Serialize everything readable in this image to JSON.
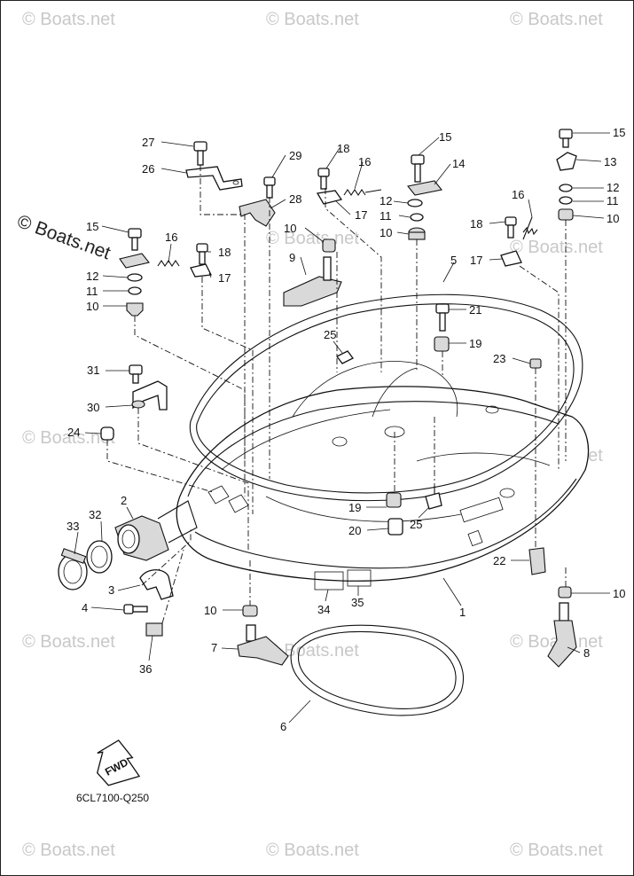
{
  "diagram": {
    "code_label": "6CL7100-Q250",
    "fwd_label": "FWD",
    "watermark": "© Boats.net",
    "callouts": [
      {
        "id": "c27a",
        "text": "27"
      },
      {
        "id": "c26",
        "text": "26"
      },
      {
        "id": "c29",
        "text": "29"
      },
      {
        "id": "c28",
        "text": "28"
      },
      {
        "id": "c18a",
        "text": "18"
      },
      {
        "id": "c16a",
        "text": "16"
      },
      {
        "id": "c17a",
        "text": "17"
      },
      {
        "id": "c15a",
        "text": "15"
      },
      {
        "id": "c14",
        "text": "14"
      },
      {
        "id": "c12a",
        "text": "12"
      },
      {
        "id": "c11a",
        "text": "11"
      },
      {
        "id": "c10a",
        "text": "10"
      },
      {
        "id": "c15b",
        "text": "15"
      },
      {
        "id": "c13",
        "text": "13"
      },
      {
        "id": "c12b",
        "text": "12"
      },
      {
        "id": "c11b",
        "text": "11"
      },
      {
        "id": "c10b",
        "text": "10"
      },
      {
        "id": "c16b",
        "text": "16"
      },
      {
        "id": "c18b",
        "text": "18"
      },
      {
        "id": "c17b",
        "text": "17"
      },
      {
        "id": "c15c",
        "text": "15"
      },
      {
        "id": "c16c",
        "text": "16"
      },
      {
        "id": "c18c",
        "text": "18"
      },
      {
        "id": "c12c",
        "text": "12"
      },
      {
        "id": "c17c",
        "text": "17"
      },
      {
        "id": "c11c",
        "text": "11"
      },
      {
        "id": "c10c",
        "text": "10"
      },
      {
        "id": "c10d",
        "text": "10"
      },
      {
        "id": "c9",
        "text": "9"
      },
      {
        "id": "c5",
        "text": "5"
      },
      {
        "id": "c21",
        "text": "21"
      },
      {
        "id": "c19a",
        "text": "19"
      },
      {
        "id": "c25a",
        "text": "25"
      },
      {
        "id": "c23",
        "text": "23"
      },
      {
        "id": "c31",
        "text": "31"
      },
      {
        "id": "c30",
        "text": "30"
      },
      {
        "id": "c24",
        "text": "24"
      },
      {
        "id": "c2",
        "text": "2"
      },
      {
        "id": "c32",
        "text": "32"
      },
      {
        "id": "c33",
        "text": "33"
      },
      {
        "id": "c19b",
        "text": "19"
      },
      {
        "id": "c20",
        "text": "20"
      },
      {
        "id": "c25b",
        "text": "25"
      },
      {
        "id": "c22",
        "text": "22"
      },
      {
        "id": "c3",
        "text": "3"
      },
      {
        "id": "c4",
        "text": "4"
      },
      {
        "id": "c10e",
        "text": "10"
      },
      {
        "id": "c34",
        "text": "34"
      },
      {
        "id": "c35",
        "text": "35"
      },
      {
        "id": "c1",
        "text": "1"
      },
      {
        "id": "c10f",
        "text": "10"
      },
      {
        "id": "c7",
        "text": "7"
      },
      {
        "id": "c36",
        "text": "36"
      },
      {
        "id": "c8",
        "text": "8"
      },
      {
        "id": "c6",
        "text": "6"
      }
    ]
  }
}
